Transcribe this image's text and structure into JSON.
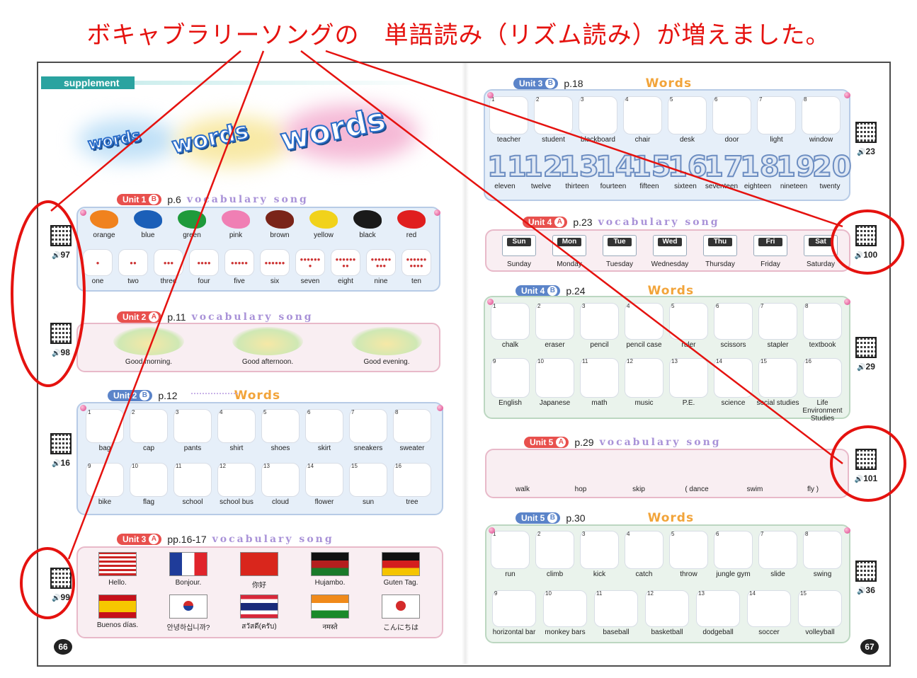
{
  "headline": "ボキャブラリーソングの　単語読み（リズム読み）が増えました。",
  "supplement": "supplement",
  "title_words": [
    "words",
    "words",
    "words"
  ],
  "left": {
    "page_number": "66",
    "u1b": {
      "unit": "Unit 1",
      "letter": "B",
      "page": "p.6",
      "heading": "vocabulary song",
      "colors": [
        "orange",
        "blue",
        "green",
        "pink",
        "brown",
        "yellow",
        "black",
        "red"
      ],
      "color_hex": [
        "#f0821e",
        "#1b5fb8",
        "#1e9a3b",
        "#f07fb4",
        "#7a2419",
        "#f1d21b",
        "#1a1a1a",
        "#e01e1e"
      ],
      "numbers": [
        "one",
        "two",
        "three",
        "four",
        "five",
        "six",
        "seven",
        "eight",
        "nine",
        "ten"
      ]
    },
    "u2a": {
      "unit": "Unit 2",
      "letter": "A",
      "page": "p.11",
      "heading": "vocabulary song",
      "greetings": [
        "Good morning.",
        "Good afternoon.",
        "Good evening."
      ]
    },
    "u2b": {
      "unit": "Unit 2",
      "letter": "B",
      "page": "p.12",
      "heading": "Words",
      "row1": [
        "bag",
        "cap",
        "pants",
        "shirt",
        "shoes",
        "skirt",
        "sneakers",
        "sweater"
      ],
      "row2": [
        "bike",
        "flag",
        "school",
        "school bus",
        "cloud",
        "flower",
        "sun",
        "tree"
      ]
    },
    "u3a": {
      "unit": "Unit 3",
      "letter": "A",
      "page": "pp.16-17",
      "heading": "vocabulary song",
      "row1": [
        "Hello.",
        "Bonjour.",
        "你好",
        "Hujambo.",
        "Guten Tag."
      ],
      "row2": [
        "Buenos días.",
        "안녕하십니까?",
        "สวัสดี(ครับ)",
        "नमस्ते",
        "こんにちは"
      ]
    },
    "qr": [
      {
        "num": "97"
      },
      {
        "num": "98"
      },
      {
        "num": "16"
      },
      {
        "num": "99"
      }
    ]
  },
  "right": {
    "page_number": "67",
    "u3b": {
      "unit": "Unit 3",
      "letter": "B",
      "page": "p.18",
      "heading": "Words",
      "row1": [
        "teacher",
        "student",
        "blackboard",
        "chair",
        "desk",
        "door",
        "light",
        "window"
      ],
      "bignums": [
        "11",
        "12",
        "13",
        "14",
        "15",
        "16",
        "17",
        "18",
        "19",
        "20"
      ],
      "row2": [
        "eleven",
        "twelve",
        "thirteen",
        "fourteen",
        "fifteen",
        "sixteen",
        "seventeen",
        "eighteen",
        "nineteen",
        "twenty"
      ]
    },
    "u4a": {
      "unit": "Unit 4",
      "letter": "A",
      "page": "p.23",
      "heading": "vocabulary song",
      "abbr": [
        "Sun",
        "Mon",
        "Tue",
        "Wed",
        "Thu",
        "Fri",
        "Sat"
      ],
      "days": [
        "Sunday",
        "Monday",
        "Tuesday",
        "Wednesday",
        "Thursday",
        "Friday",
        "Saturday"
      ]
    },
    "u4b": {
      "unit": "Unit 4",
      "letter": "B",
      "page": "p.24",
      "heading": "Words",
      "row1": [
        "chalk",
        "eraser",
        "pencil",
        "pencil case",
        "ruler",
        "scissors",
        "stapler",
        "textbook"
      ],
      "row2": [
        "English",
        "Japanese",
        "math",
        "music",
        "P.E.",
        "science",
        "social studies",
        "Life Environment Studies"
      ]
    },
    "u5a": {
      "unit": "Unit 5",
      "letter": "A",
      "page": "p.29",
      "heading": "vocabulary song",
      "verbs": [
        "walk",
        "hop",
        "skip",
        "( dance",
        "swim",
        "fly )"
      ]
    },
    "u5b": {
      "unit": "Unit 5",
      "letter": "B",
      "page": "p.30",
      "heading": "Words",
      "row1": [
        "run",
        "climb",
        "kick",
        "catch",
        "throw",
        "jungle gym",
        "slide",
        "swing"
      ],
      "row2": [
        "horizontal bar",
        "monkey bars",
        "baseball",
        "basketball",
        "dodgeball",
        "soccer",
        "volleyball"
      ]
    },
    "qr": [
      {
        "num": "23"
      },
      {
        "num": "100"
      },
      {
        "num": "29"
      },
      {
        "num": "101"
      },
      {
        "num": "36"
      }
    ]
  },
  "accent_red": "#e5120f"
}
